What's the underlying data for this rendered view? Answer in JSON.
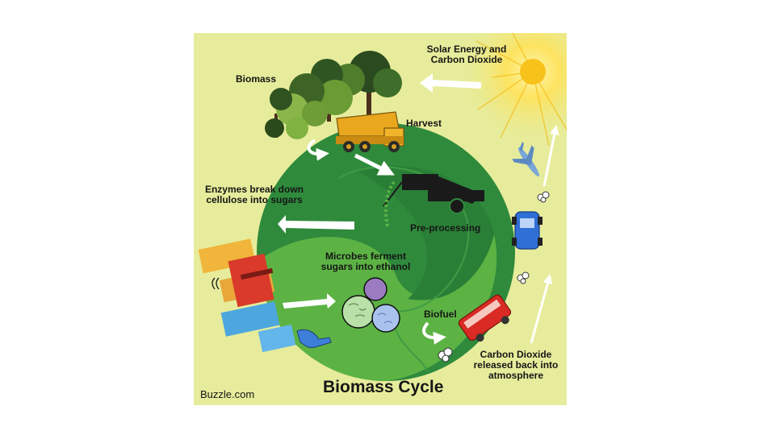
{
  "diagram": {
    "title": "Biomass Cycle",
    "credit": "Buzzle.com",
    "labels": {
      "biomass": "Biomass",
      "solar": [
        "Solar Energy and",
        "Carbon Dioxide"
      ],
      "harvest": "Harvest",
      "enzymes": [
        "Enzymes break down",
        "cellulose into sugars"
      ],
      "preprocessing": "Pre-processing",
      "microbes": [
        "Microbes ferment",
        "sugars into ethanol"
      ],
      "biofuel": "Biofuel",
      "co2": [
        "Carbon Dioxide",
        "released back into",
        "atmosphere"
      ]
    },
    "colors": {
      "background": "#e6ec9b",
      "globe_dark": "#2f8a3c",
      "globe_light": "#5cb344",
      "sun": "#f7c21a",
      "truck": "#e8a71c",
      "car": "#2f6fd6",
      "bus": "#d92b24"
    },
    "icons": [
      "sun-icon",
      "tree-icon",
      "dump-truck-icon",
      "harvester-icon",
      "microbe-icon",
      "factory-icon",
      "fuel-pump-icon",
      "car-icon",
      "bus-icon",
      "airplane-icon",
      "smoke-icon"
    ]
  }
}
